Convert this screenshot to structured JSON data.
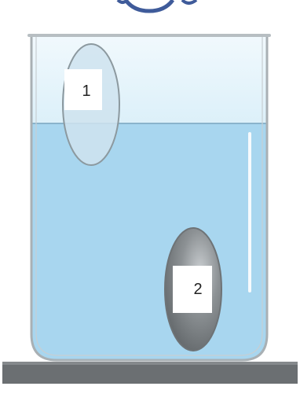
{
  "objects": [
    {
      "id": "1",
      "label": "1",
      "state": "floating",
      "color": "#cfe3ef"
    },
    {
      "id": "2",
      "label": "2",
      "state": "resting on bottom",
      "color": "#7d8285"
    }
  ],
  "colors": {
    "water": "#a8d6ef",
    "air": "#e2f2fa",
    "glass_outline": "#a9b0b4",
    "surface": "#6b6f72"
  }
}
